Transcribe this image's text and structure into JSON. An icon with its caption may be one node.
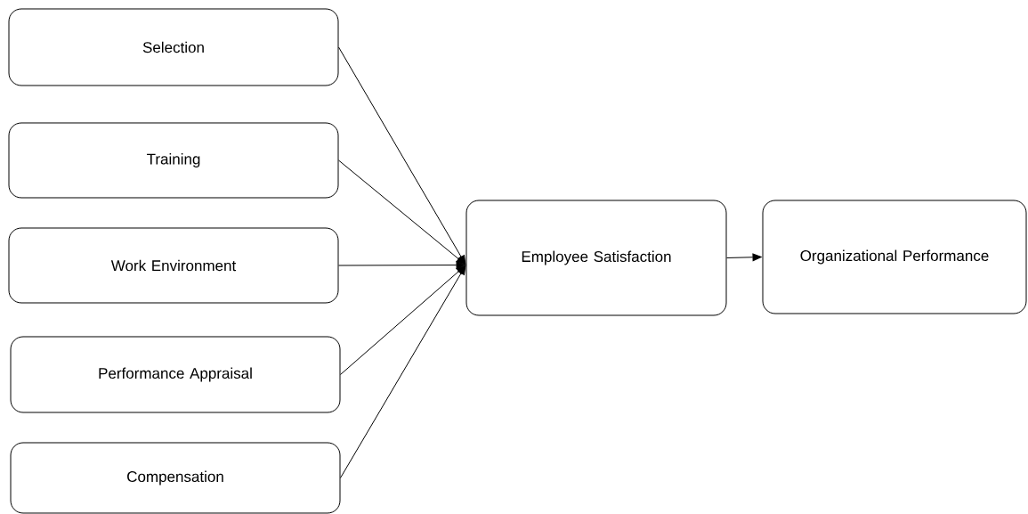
{
  "diagram": {
    "nodes": [
      {
        "text": [
          "Selection"
        ]
      },
      {
        "text": [
          "Training"
        ]
      },
      {
        "text": [
          "Work Environment"
        ]
      },
      {
        "text": [
          "Performance Appraisal"
        ]
      },
      {
        "text": [
          "Compensation"
        ]
      },
      {
        "text": [
          "Employee Satisfaction"
        ]
      },
      {
        "text": [
          "Organizational Performance"
        ]
      }
    ],
    "edges": [
      {
        "from": 0,
        "to": 5,
        "arrow": "to"
      },
      {
        "from": 1,
        "to": 5,
        "arrow": "to"
      },
      {
        "from": 2,
        "to": 5,
        "arrow": "to"
      },
      {
        "from": 3,
        "to": 5,
        "arrow": "to"
      },
      {
        "from": 4,
        "to": 5,
        "arrow": "to"
      },
      {
        "from": 5,
        "to": 6,
        "arrow": "to"
      }
    ]
  }
}
